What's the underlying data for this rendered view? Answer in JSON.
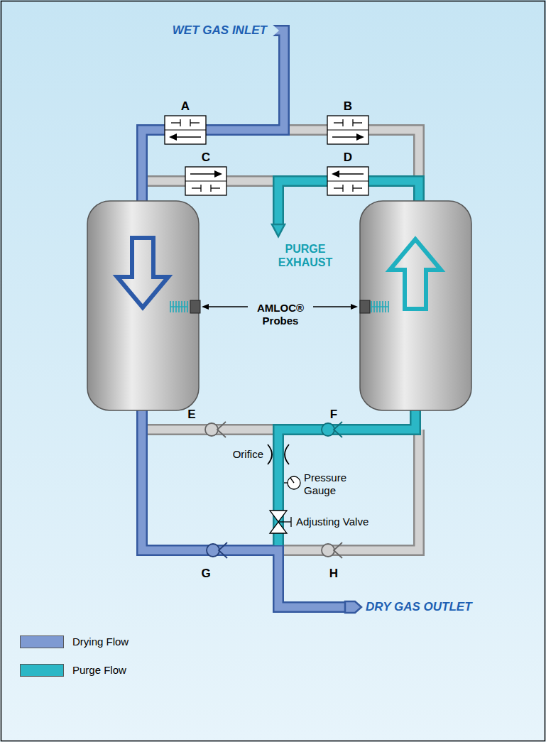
{
  "diagram": {
    "labels": [
      "WET GAS INLET",
      "A",
      "B",
      "C",
      "D",
      "PURGE EXHAUST",
      "AMLOC® Probes",
      "E",
      "F",
      "Orifice",
      "Pressure Gauge",
      "Adjusting Valve",
      "G",
      "H",
      "DRY GAS OUTLET"
    ],
    "legend": [
      {
        "text": "Drying Flow",
        "color": "#7e9ad2"
      },
      {
        "text": "Purge Flow",
        "color": "#2bb7c6"
      }
    ]
  }
}
